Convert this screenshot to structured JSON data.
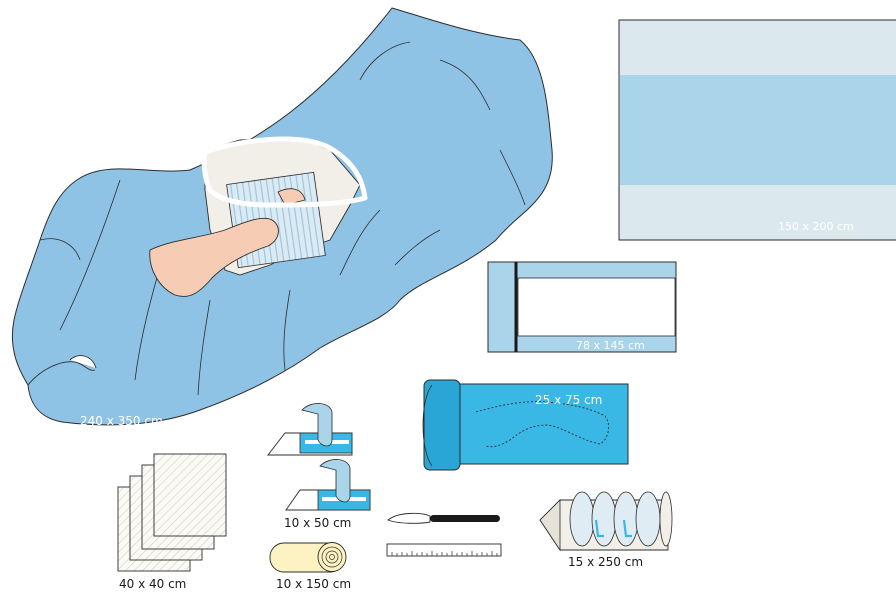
{
  "labels": {
    "large_drape": "240 x 350 cm",
    "sheet": "150 x 200 cm",
    "towel_drape": "78 x 145 cm",
    "stockinette": "25 x 75 cm",
    "tapes": "10 x 50 cm",
    "gauze": "40 x 40 cm",
    "bandage": "10 x 150 cm",
    "leg_cover": "15 x 250 cm"
  },
  "colors": {
    "drape_blue": "#8fc3e6",
    "light_blue": "#a9d4ea",
    "pale_grey_blue": "#dbe9ef",
    "bright_blue": "#39b8e6",
    "skin": "#f6cdb4",
    "cream": "#fdf2c2",
    "outline": "#2c2c2c"
  }
}
